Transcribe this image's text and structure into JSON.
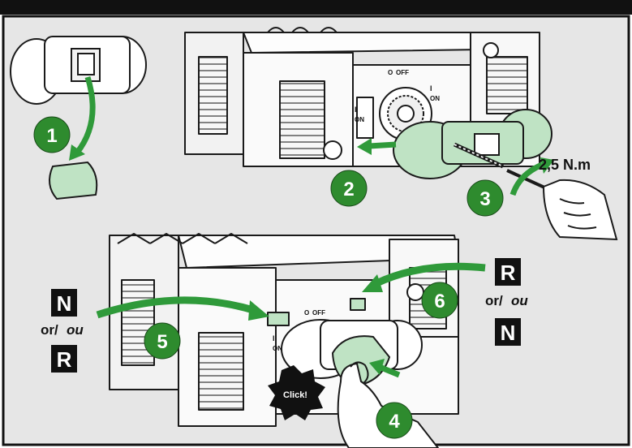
{
  "colors": {
    "frame": "#111111",
    "panel_bg": "#e6e6e6",
    "step_green": "#2e8b2e",
    "arrow_green": "#2f9a3a",
    "light_green": "#bfe3c4",
    "body_white": "#fafafa",
    "line": "#1a1a1a"
  },
  "steps": [
    "1",
    "2",
    "3",
    "4",
    "5",
    "6"
  ],
  "torque_label": "2,5 N.m",
  "click_label": "Click!",
  "left_group": {
    "top_letter": "N",
    "or_text": "or/",
    "ou_text": "ou",
    "bottom_letter": "R"
  },
  "right_group": {
    "top_letter": "R",
    "or_text": "or/",
    "ou_text": "ou",
    "bottom_letter": "N"
  },
  "switch_labels": {
    "on_mark": "I",
    "on_text": "ON",
    "off_mark": "O",
    "off_text": "OFF"
  }
}
